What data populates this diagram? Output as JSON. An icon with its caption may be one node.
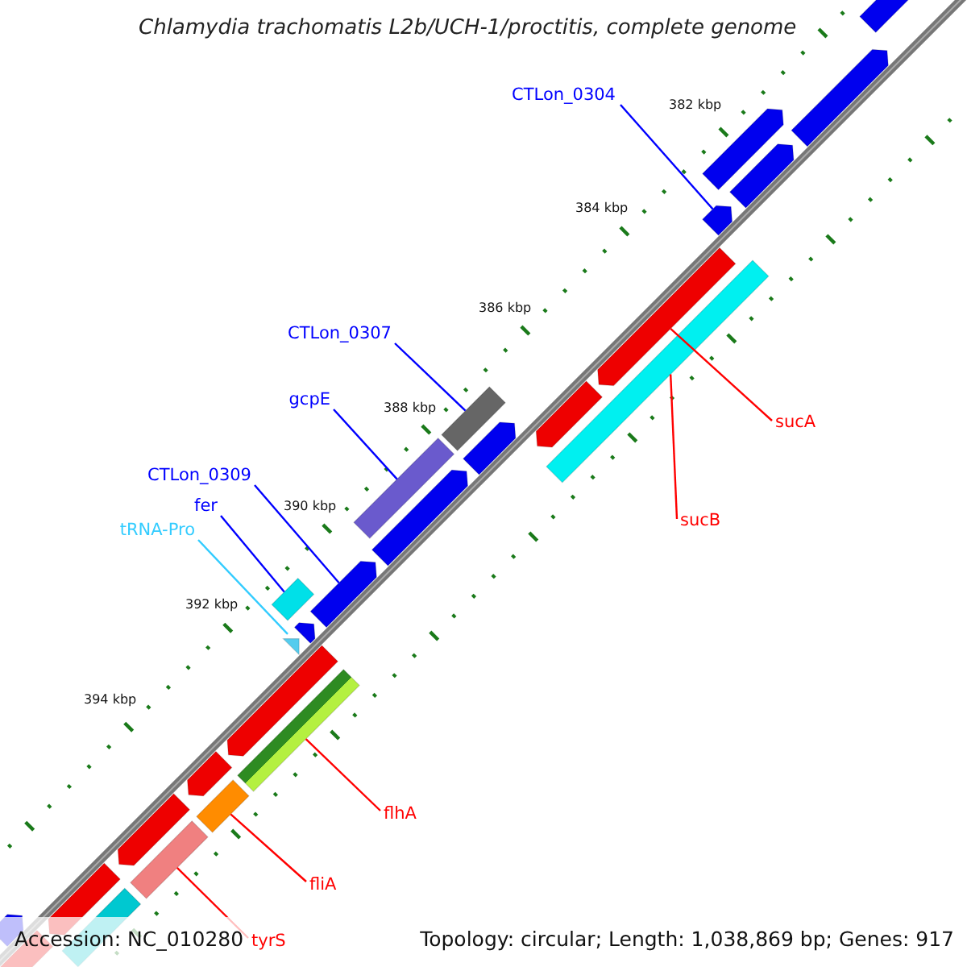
{
  "diagram": {
    "title": "Chlamydia trachomatis L2b/UCH-1/proctitis, complete genome",
    "nodes": [
      {
        "text": [
          "CTLon_0304"
        ]
      },
      {
        "text": [],
        "shape": "arrow"
      },
      {
        "text": [
          "CTLon_0307"
        ]
      },
      {
        "text": [],
        "shape": "box"
      },
      {
        "text": [
          "gcpE"
        ]
      },
      {
        "text": [],
        "shape": "box"
      },
      {
        "text": [
          "sucA"
        ]
      },
      {
        "text": [],
        "shape": "arrow"
      },
      {
        "text": [
          "CTLon_0309"
        ]
      },
      {
        "text": [],
        "shape": "arrow"
      },
      {
        "text": [
          "sucB"
        ]
      },
      {
        "text": [],
        "shape": "box"
      },
      {
        "text": [
          "fer"
        ]
      },
      {
        "text": [],
        "shape": "box"
      },
      {
        "text": [
          "tRNA-Pro"
        ]
      },
      {
        "text": [],
        "shape": "triangle"
      },
      {
        "text": [
          "flhA"
        ]
      },
      {
        "text": [],
        "shape": "box"
      },
      {
        "text": [
          "fliA"
        ]
      },
      {
        "text": [],
        "shape": "box"
      },
      {
        "text": [
          "tyrS"
        ]
      },
      {
        "text": [],
        "shape": "box"
      },
      {
        "text": [],
        "shape": "arrow"
      },
      {
        "text": [],
        "shape": "arrow"
      },
      {
        "text": [],
        "shape": "arrow"
      },
      {
        "text": [],
        "shape": "arrow"
      },
      {
        "text": [],
        "shape": "arrow"
      },
      {
        "text": [],
        "shape": "arrow"
      },
      {
        "text": [],
        "shape": "arrow"
      },
      {
        "text": [],
        "shape": "arrow"
      },
      {
        "text": [],
        "shape": "arrow"
      },
      {
        "text": [],
        "shape": "arrow"
      },
      {
        "text": [],
        "shape": "arrow"
      },
      {
        "text": [],
        "shape": "arrow"
      },
      {
        "text": [],
        "shape": "arrow"
      },
      {
        "text": [],
        "shape": "arrow"
      },
      {
        "text": [],
        "shape": "box"
      }
    ],
    "edges": [
      {
        "from": 0,
        "to": 1,
        "arrow": "none"
      },
      {
        "from": 2,
        "to": 3,
        "arrow": "none"
      },
      {
        "from": 4,
        "to": 5,
        "arrow": "none"
      },
      {
        "from": 6,
        "to": 7,
        "arrow": "none",
        "color": "#ff0000"
      },
      {
        "from": 8,
        "to": 9,
        "arrow": "none"
      },
      {
        "from": 10,
        "to": 11,
        "arrow": "none",
        "color": "#ff0000"
      },
      {
        "from": 12,
        "to": 13,
        "arrow": "none"
      },
      {
        "from": 14,
        "to": 15,
        "arrow": "none",
        "color": "#33ccff"
      },
      {
        "from": 16,
        "to": 17,
        "arrow": "none",
        "color": "#ff0000"
      },
      {
        "from": 18,
        "to": 19,
        "arrow": "none",
        "color": "#ff0000"
      },
      {
        "from": 20,
        "to": 21,
        "arrow": "none",
        "color": "#ff0000"
      }
    ],
    "labels": [
      "382 kbp",
      "384 kbp",
      "386 kbp",
      "388 kbp",
      "390 kbp",
      "392 kbp",
      "394 kbp",
      "Accession: NC_010280",
      "Topology: circular; Length: 1,038,869 bp; Genes: 917"
    ]
  }
}
